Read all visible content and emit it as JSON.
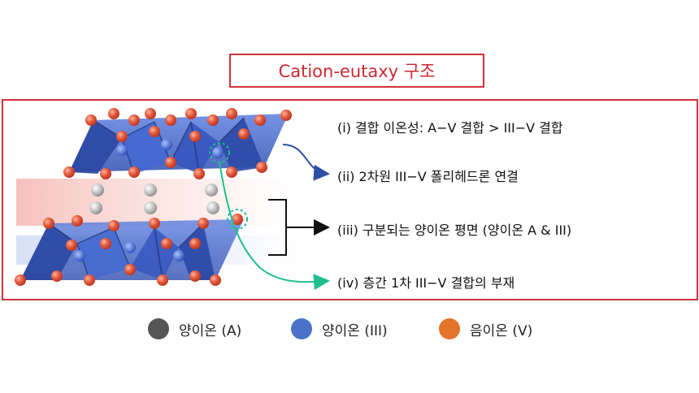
{
  "title": "Cation-eutaxy 구조",
  "annotations": {
    "i": "(i) 결합 이온성: A−V 결합 > III−V 결합",
    "ii": "(ii) 2차원 III−V 폴리헤드론 연결",
    "iii": "(iii) 구분되는 양이온 평면 (양이온 A & III)",
    "iv": "(iv) 층간 1차 III−V 결합의 부재"
  },
  "legend": [
    {
      "label": "양이온 (A)",
      "color": "#555555"
    },
    {
      "label": "양이온 (III)",
      "color": "#4a72c8"
    },
    {
      "label": "음이온 (V)",
      "color": "#e4742a"
    }
  ],
  "colors": {
    "frame": "#d0323a",
    "polyhedra": "#3f67d4",
    "anion": "#e0553d",
    "cationA": "#bdbdbd",
    "arrow_ii": "#2e4fa8",
    "arrow_iv": "#1fbf8f",
    "arrow_iii": "#111111"
  }
}
